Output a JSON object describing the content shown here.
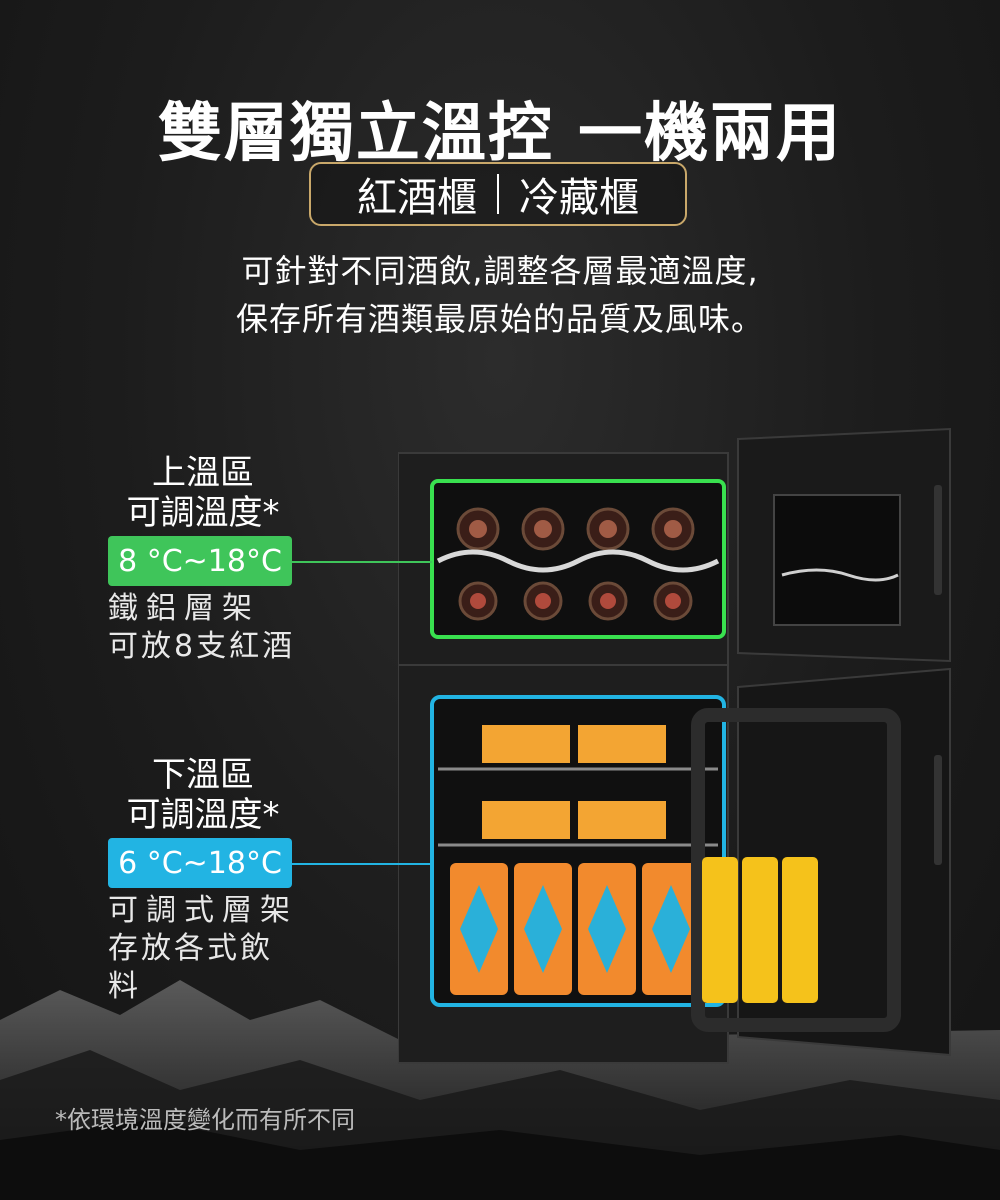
{
  "header": {
    "title": "雙層獨立溫控 一機兩用",
    "tag_left": "紅酒櫃",
    "tag_right": "冷藏櫃",
    "desc_line1": "可針對不同酒飲,調整各層最適溫度,",
    "desc_line2": "保存所有酒類最原始的品質及風味。"
  },
  "upper_zone": {
    "label_line1": "上溫區",
    "label_line2": "可調溫度*",
    "temp_range": "8 °C~18°C",
    "desc_line1": "鐵鋁層架",
    "desc_line2": "可放8支紅酒"
  },
  "lower_zone": {
    "label_line1": "下溫區",
    "label_line2": "可調溫度*",
    "temp_range": "6 °C~18°C",
    "desc_line1": "可調式層架",
    "desc_line2": "存放各式飲料"
  },
  "footnote": "*依環境溫度變化而有所不同",
  "colors": {
    "accent_gold": "#c9a86a",
    "upper_green": "#3fc55a",
    "lower_blue": "#22b4e3"
  }
}
